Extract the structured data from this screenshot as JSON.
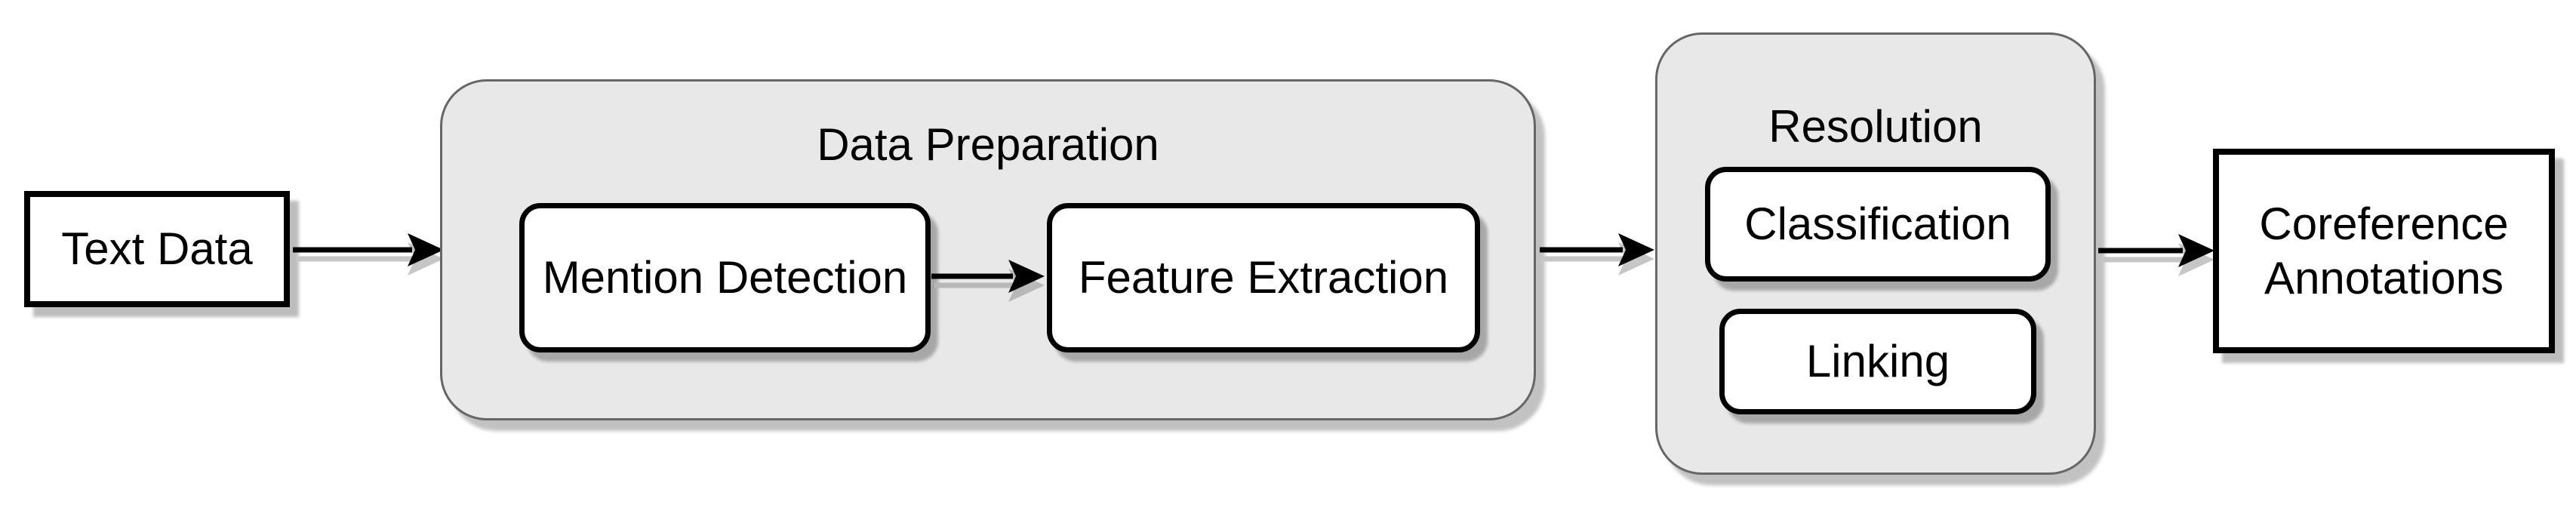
{
  "diagram": {
    "colors": {
      "background": "#ffffff",
      "container_fill": "#e8e8e8",
      "container_border": "#666666",
      "node_fill": "#ffffff",
      "node_border": "#000000",
      "text": "#000000",
      "arrow": "#000000",
      "shadow": "#bdbdbd"
    },
    "nodes": {
      "text_data": {
        "label": "Text Data"
      },
      "data_preparation": {
        "label": "Data Preparation"
      },
      "mention_detection": {
        "label": "Mention Detection"
      },
      "feature_extraction": {
        "label": "Feature Extraction"
      },
      "resolution": {
        "label": "Resolution"
      },
      "classification": {
        "label": "Classification"
      },
      "linking": {
        "label": "Linking"
      },
      "coreference_annotations": {
        "label": "Coreference\nAnnotations"
      }
    },
    "edges": [
      {
        "from": "Text Data",
        "to": "Data Preparation"
      },
      {
        "from": "Mention Detection",
        "to": "Feature Extraction"
      },
      {
        "from": "Data Preparation",
        "to": "Resolution"
      },
      {
        "from": "Resolution",
        "to": "Coreference Annotations"
      }
    ]
  }
}
